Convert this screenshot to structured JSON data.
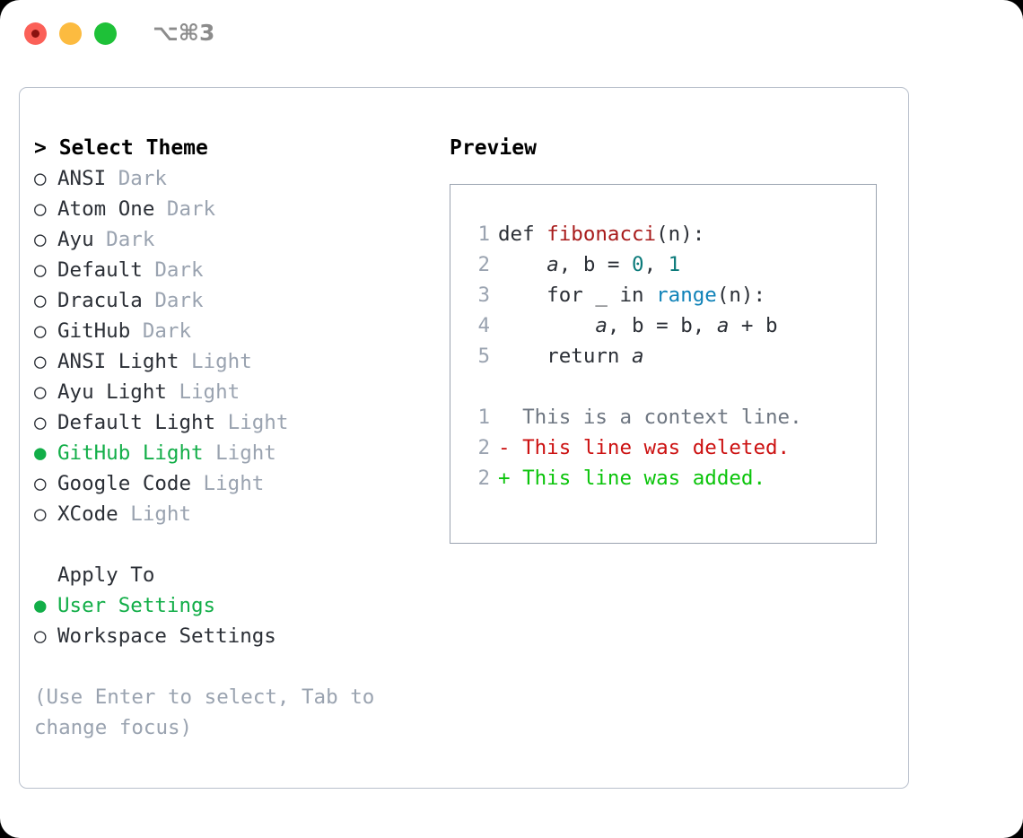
{
  "titlebar": {
    "shortcut": "⌥⌘3",
    "buttons": [
      {
        "name": "close",
        "color": "#fb6058"
      },
      {
        "name": "minimize",
        "color": "#fcbb40"
      },
      {
        "name": "maximize",
        "color": "#1ec138"
      }
    ]
  },
  "theme_picker": {
    "header": "> Select Theme",
    "marker_selected": "●",
    "marker_unselected": "○",
    "items": [
      {
        "marker": "○",
        "name": "ANSI",
        "tag": "Dark",
        "selected": false
      },
      {
        "marker": "○",
        "name": "Atom One",
        "tag": "Dark",
        "selected": false
      },
      {
        "marker": "○",
        "name": "Ayu",
        "tag": "Dark",
        "selected": false
      },
      {
        "marker": "○",
        "name": "Default",
        "tag": "Dark",
        "selected": false
      },
      {
        "marker": "○",
        "name": "Dracula",
        "tag": "Dark",
        "selected": false
      },
      {
        "marker": "○",
        "name": "GitHub",
        "tag": "Dark",
        "selected": false
      },
      {
        "marker": "○",
        "name": "ANSI Light",
        "tag": "Light",
        "selected": false
      },
      {
        "marker": "○",
        "name": "Ayu Light",
        "tag": "Light",
        "selected": false
      },
      {
        "marker": "○",
        "name": "Default Light",
        "tag": "Light",
        "selected": false
      },
      {
        "marker": "●",
        "name": "GitHub Light",
        "tag": "Light",
        "selected": true
      },
      {
        "marker": "○",
        "name": "Google Code",
        "tag": "Light",
        "selected": false
      },
      {
        "marker": "○",
        "name": "XCode",
        "tag": "Light",
        "selected": false
      }
    ]
  },
  "apply_to": {
    "label": "Apply To",
    "items": [
      {
        "marker": "●",
        "name": "User Settings",
        "selected": true
      },
      {
        "marker": "○",
        "name": "Workspace Settings",
        "selected": false
      }
    ]
  },
  "hint": "(Use Enter to select, Tab to change focus)",
  "preview": {
    "title": "Preview",
    "code_lines": [
      {
        "number": "1",
        "tokens": [
          {
            "text": "def ",
            "type": "plain"
          },
          {
            "text": "fibonacci",
            "type": "fn"
          },
          {
            "text": "(n):",
            "type": "plain"
          }
        ]
      },
      {
        "number": "2",
        "tokens": [
          {
            "text": "    ",
            "type": "plain"
          },
          {
            "text": "a",
            "type": "var"
          },
          {
            "text": ", b = ",
            "type": "plain"
          },
          {
            "text": "0",
            "type": "num"
          },
          {
            "text": ", ",
            "type": "plain"
          },
          {
            "text": "1",
            "type": "num"
          }
        ]
      },
      {
        "number": "3",
        "tokens": [
          {
            "text": "    for _ in ",
            "type": "plain"
          },
          {
            "text": "range",
            "type": "call"
          },
          {
            "text": "(n):",
            "type": "plain"
          }
        ]
      },
      {
        "number": "4",
        "tokens": [
          {
            "text": "        ",
            "type": "plain"
          },
          {
            "text": "a",
            "type": "var"
          },
          {
            "text": ", b = b, ",
            "type": "plain"
          },
          {
            "text": "a",
            "type": "var"
          },
          {
            "text": " + b",
            "type": "plain"
          }
        ]
      },
      {
        "number": "5",
        "tokens": [
          {
            "text": "    return ",
            "type": "plain"
          },
          {
            "text": "a",
            "type": "var"
          }
        ]
      }
    ],
    "diff_lines": [
      {
        "number": "1",
        "sign": " ",
        "text": "This is a context line.",
        "type": "context"
      },
      {
        "number": "2",
        "sign": "-",
        "text": "This line was deleted.",
        "type": "deleted"
      },
      {
        "number": "2",
        "sign": "+",
        "text": "This line was added.",
        "type": "added"
      }
    ]
  },
  "colors": {
    "selected_green": "#12ae48",
    "muted_grey": "#9aa3b0",
    "text_dark": "#2b2f36",
    "diff_deleted": "#cc1111",
    "diff_added": "#0ac40a",
    "syntax_function": "#a81b1b",
    "syntax_number": "#0b7a7a",
    "syntax_call": "#0f82b8",
    "border": "#b9c0cc"
  }
}
